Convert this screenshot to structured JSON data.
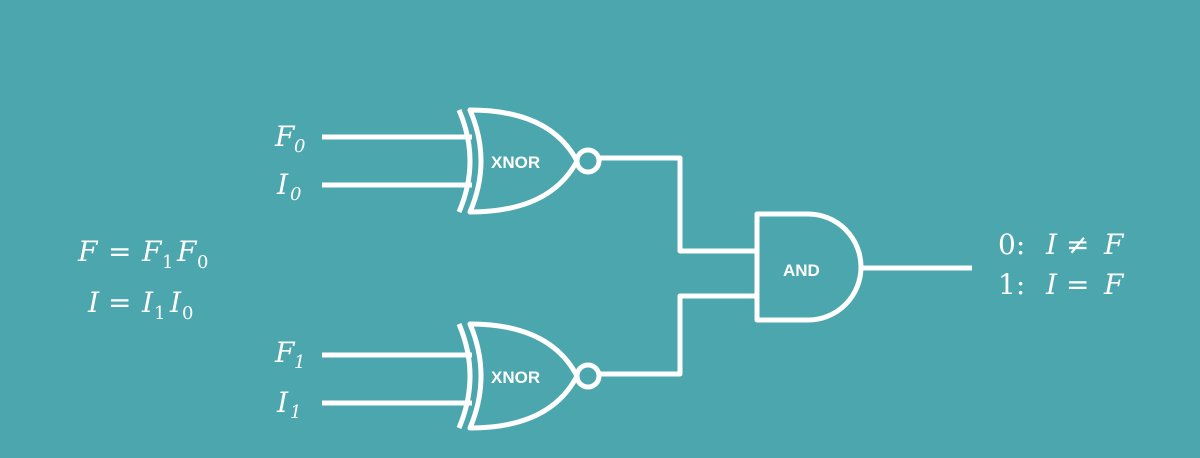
{
  "equations": {
    "f_lhs": "F",
    "f_eq": "=",
    "f_rhs_a": "F",
    "f_rhs_a_sub": "1",
    "f_rhs_b": "F",
    "f_rhs_b_sub": "0",
    "i_lhs": "I",
    "i_eq": "=",
    "i_rhs_a": "I",
    "i_rhs_a_sub": "1",
    "i_rhs_b": "I",
    "i_rhs_b_sub": "0"
  },
  "inputs": {
    "f0": {
      "letter": "F",
      "sub": "0"
    },
    "i0": {
      "letter": "I",
      "sub": "0"
    },
    "f1": {
      "letter": "F",
      "sub": "1"
    },
    "i1": {
      "letter": "I",
      "sub": "1"
    }
  },
  "gates": {
    "xnor_top": "XNOR",
    "xnor_bottom": "XNOR",
    "and": "AND"
  },
  "outputs": {
    "zero": {
      "code": "0:",
      "lhs": "I",
      "op": "≠",
      "rhs": "F"
    },
    "one": {
      "code": "1:",
      "lhs": "I",
      "op": "=",
      "rhs": "F"
    }
  },
  "colors": {
    "background": "#4BA6AD",
    "line": "#ffffff"
  }
}
